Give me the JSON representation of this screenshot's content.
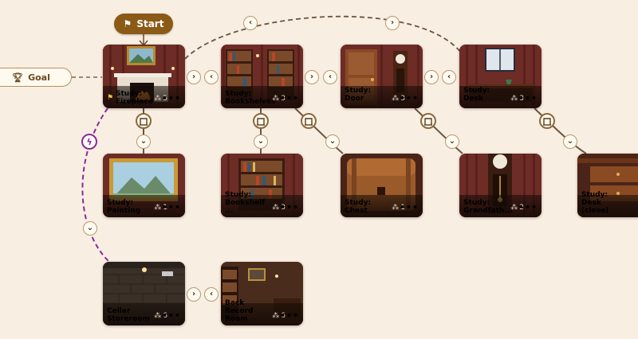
{
  "start": {
    "label": "Start",
    "icon": "flag-icon"
  },
  "goal": {
    "label": "Goal",
    "icon": "trophy-icon"
  },
  "cards": [
    {
      "id": "fireplace",
      "title": "Study:\nFireplace",
      "count": "5",
      "start_flag": true
    },
    {
      "id": "bookshelves",
      "title": "Study:\nBookshelves",
      "count": "3"
    },
    {
      "id": "door",
      "title": "Study: Door",
      "count": "3"
    },
    {
      "id": "desk",
      "title": "Study: Desk",
      "count": "3"
    },
    {
      "id": "painting",
      "title": "Study:\nPainting",
      "count": "1"
    },
    {
      "id": "bookshelf2",
      "title": "Study:\nBookshelf ...",
      "count": "3"
    },
    {
      "id": "chest",
      "title": "Study:\nChest",
      "count": "1"
    },
    {
      "id": "grandfather",
      "title": "Study:\nGrandfath...",
      "count": "2"
    },
    {
      "id": "deskclose",
      "title": "Study: Desk\n(close)",
      "count": ""
    },
    {
      "id": "cellar",
      "title": "Cellar\nStoreroom",
      "count": "6"
    },
    {
      "id": "backrecord",
      "title": "Back Record\nRoom",
      "count": "6"
    }
  ],
  "colors": {
    "background": "#f8eee2",
    "start": "#8a5a16",
    "wire": "#6a5440",
    "condition": "#8a2a9a"
  }
}
